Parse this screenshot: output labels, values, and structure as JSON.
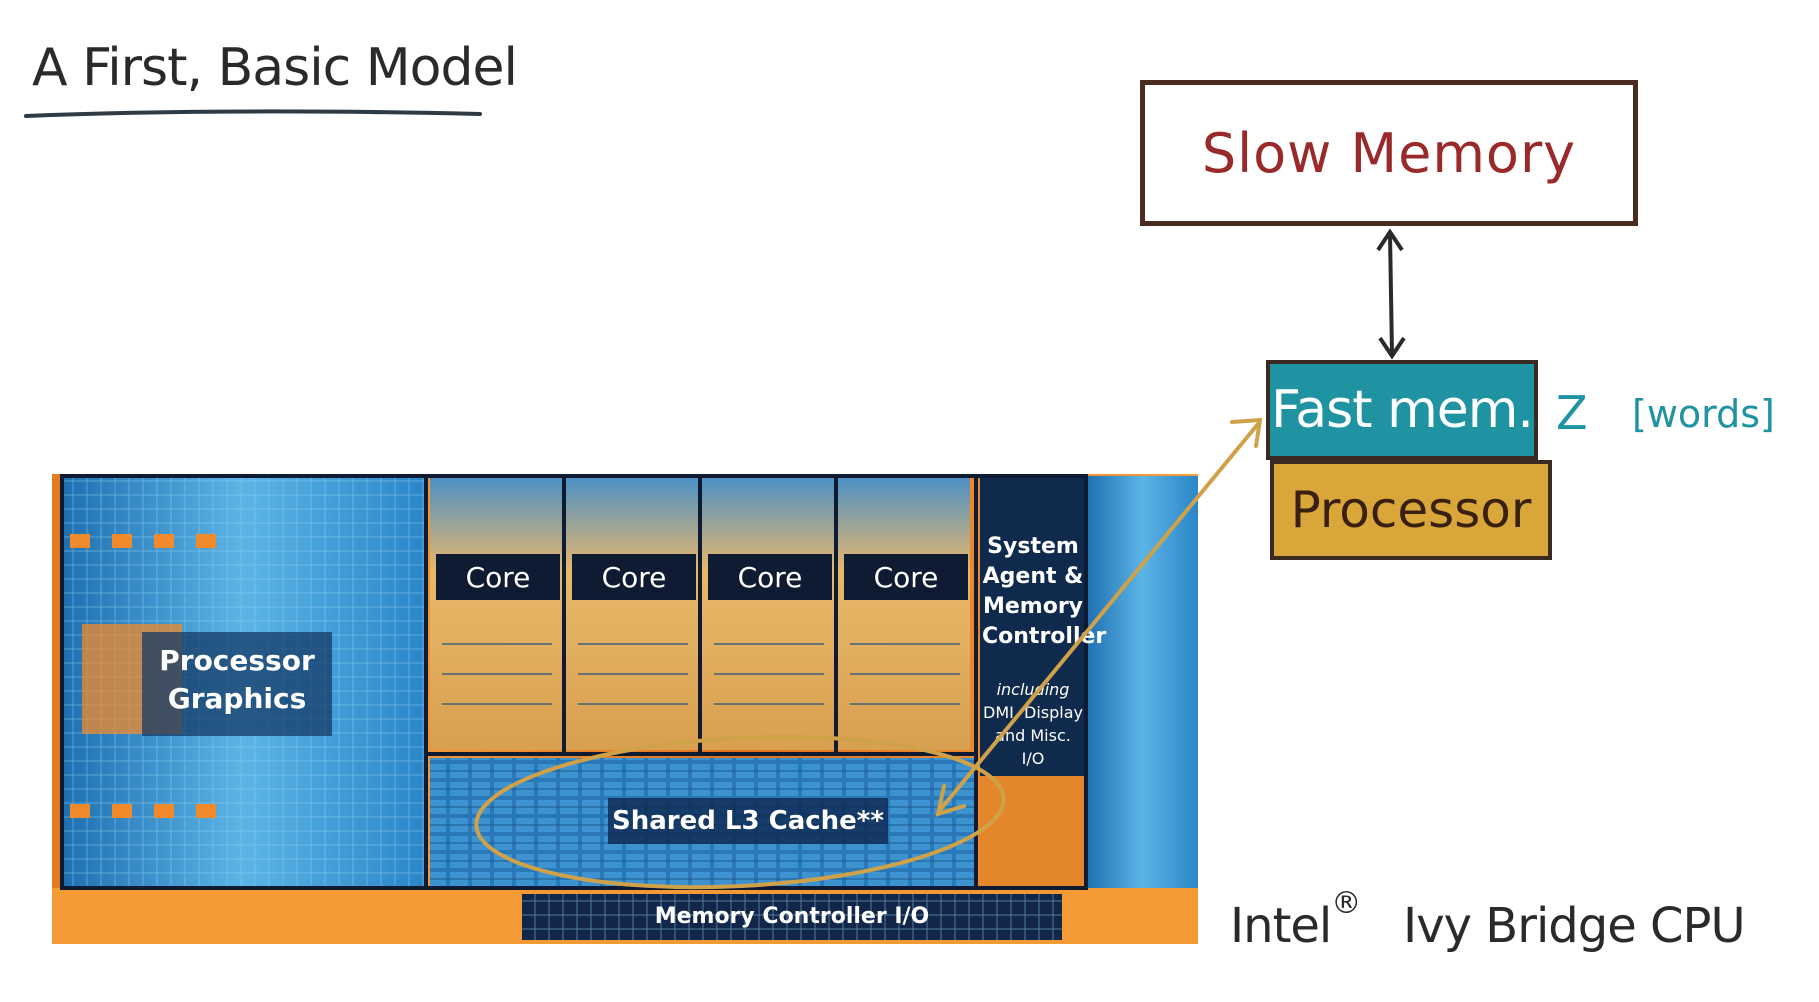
{
  "title": "A First, Basic Model",
  "slow_memory": {
    "label": "Slow Memory"
  },
  "fast_memory": {
    "label": "Fast mem.",
    "capacity_symbol": "Z",
    "capacity_unit": "[words]"
  },
  "processor": {
    "label": "Processor"
  },
  "caption": {
    "brand": "Intel",
    "registered": "®",
    "product": "Ivy Bridge CPU"
  },
  "die": {
    "graphics": [
      "Processor",
      "Graphics"
    ],
    "cores": [
      "Core",
      "Core",
      "Core",
      "Core"
    ],
    "system_agent": [
      "System",
      "Agent &",
      "Memory",
      "Controller"
    ],
    "system_agent_sub": [
      "including",
      "DMI, Display",
      "and Misc. I/O"
    ],
    "cache": "Shared L3 Cache**",
    "memory_io": "Memory Controller I/O"
  },
  "colors": {
    "ink": "#2a2a2a",
    "slow_memory_text": "#9a2a2a",
    "fast_memory_fill": "#1f93a1",
    "processor_fill": "#d9a63a",
    "arrow_gold": "#cfa24a",
    "die_blue": "#2f7fc1",
    "die_dark": "#0f1b33",
    "die_orange": "#e57a1f"
  }
}
